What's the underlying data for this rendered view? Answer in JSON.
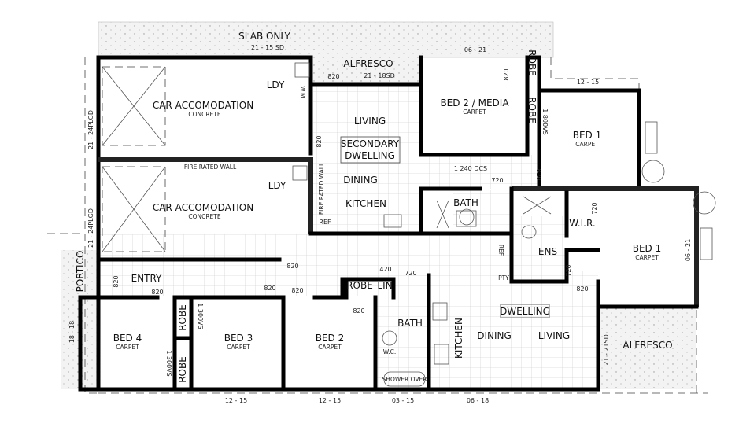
{
  "plan": {
    "slab": {
      "label": "SLAB ONLY",
      "dim": "21 - 15 SD"
    },
    "alfresco_top": {
      "label": "ALFRESCO",
      "dim": "21 - 18SD"
    },
    "garage_1": {
      "label": "CAR ACCOMODATION",
      "sub": "CONCRETE",
      "dim": "21 - 24PLGD"
    },
    "garage_2": {
      "label": "CAR ACCOMODATION",
      "sub": "CONCRETE",
      "dim": "21 - 24PLGD"
    },
    "fire_wall_h": "FIRE RATED WALL",
    "fire_wall_v": "FIRE RATED WALL",
    "ldy_1": "LDY",
    "ldy_2": "LDY",
    "wm": "W.M.",
    "secondary": {
      "living": "LIVING",
      "title_line1": "SECONDARY",
      "title_line2": "DWELLING",
      "dining": "DINING",
      "kitchen": "KITCHEN",
      "ref": "REF"
    },
    "bed2_media": {
      "label": "BED 2 / MEDIA",
      "sub": "CARPET",
      "dim": "06 - 21"
    },
    "robe_upper_1": "ROBE",
    "robe_upper_2": "ROBE",
    "bed1_upper": {
      "label": "BED 1",
      "sub": "CARPET",
      "dim": "12 - 15"
    },
    "vs_1800": "1 800VS",
    "dcs_1240": "1 240 DCS",
    "bath_upper": "BATH",
    "wir": "W.I.R.",
    "ens": "ENS",
    "ref_2": "REF",
    "pty": "PTY",
    "bed1_lower": {
      "label": "BED 1",
      "sub": "CARPET",
      "dim": "06 - 21"
    },
    "portico": {
      "label": "PORTICO",
      "dim": "18 - 18"
    },
    "entry": "ENTRY",
    "bed4": {
      "label": "BED 4",
      "sub": "CARPET"
    },
    "bed3": {
      "label": "BED 3",
      "sub": "CARPET",
      "dim": "12 - 15"
    },
    "bed2": {
      "label": "BED 2",
      "sub": "CARPET",
      "dim": "12 - 15"
    },
    "robe_b1": "ROBE",
    "robe_b2": "ROBE",
    "vs_1300_a": "1 300VS",
    "vs_1300_b": "1 300VS",
    "robe_lin": "ROBE",
    "lin": "LIN",
    "bath_lower": {
      "label": "BATH",
      "wc": "W.C.",
      "shower": "SHOWER OVER",
      "dim": "03 - 15"
    },
    "dwelling": {
      "title": "DWELLING",
      "kitchen": "KITCHEN",
      "dining": "DINING",
      "living": "LIVING",
      "dim": "06 - 18"
    },
    "alfresco_bottom": {
      "label": "ALFRESCO",
      "dim": "21 - 21SD"
    },
    "door_dims": {
      "d820": "820",
      "d720": "720",
      "d420": "420"
    }
  }
}
